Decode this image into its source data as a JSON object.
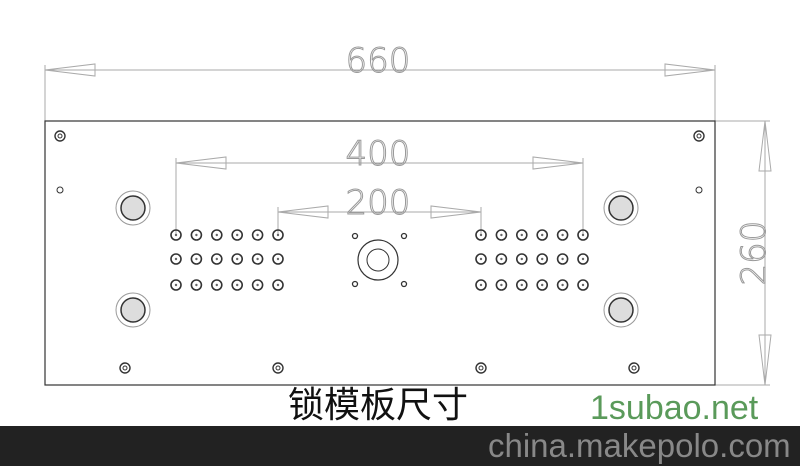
{
  "dimensions": {
    "overall_width": "660",
    "hole_span_outer": "400",
    "hole_span_inner": "200",
    "overall_height": "260"
  },
  "caption": "锁模板尺寸",
  "watermarks": {
    "site1": "1subao.net",
    "site2": "china.makepolo.com"
  },
  "colors": {
    "line": "#aaaaaa",
    "hole": "#333333",
    "footer": "#222222",
    "watermark_green": "#5a9a5a"
  }
}
